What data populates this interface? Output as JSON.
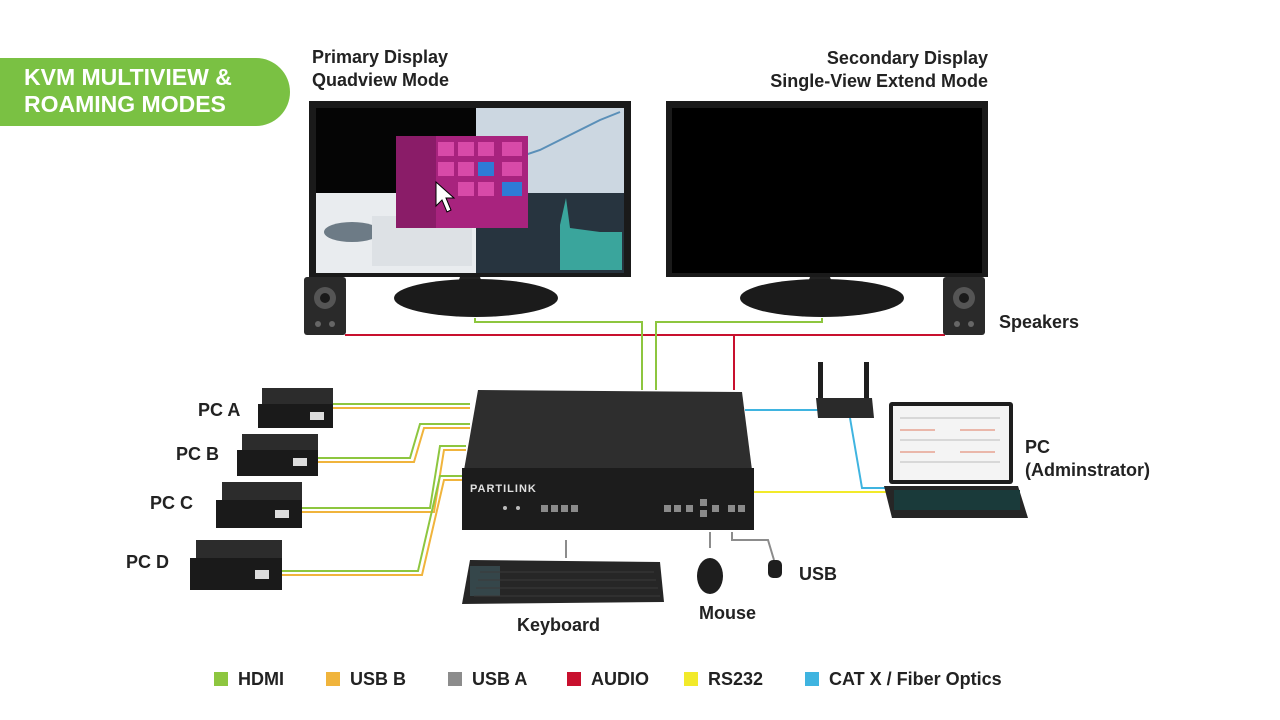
{
  "banner": {
    "line1": "KVM MULTIVIEW &",
    "line2": "ROAMING MODES"
  },
  "labels": {
    "primary_display": {
      "line1": "Primary Display",
      "line2": "Quadview Mode"
    },
    "secondary_display": {
      "line1": "Secondary Display",
      "line2": "Single-View Extend Mode"
    },
    "speakers": "Speakers",
    "pc_a": "PC A",
    "pc_b": "PC B",
    "pc_c": "PC C",
    "pc_d": "PC D",
    "pc_admin": {
      "line1": "PC",
      "line2": "(Adminstrator)"
    },
    "usb": "USB",
    "mouse": "Mouse",
    "keyboard": "Keyboard"
  },
  "kvm": {
    "brand": "PARTILINK"
  },
  "legend": [
    {
      "label": "HDMI",
      "color": "#8dc63f"
    },
    {
      "label": "USB B",
      "color": "#f0b43c"
    },
    {
      "label": "USB A",
      "color": "#8c8c8c"
    },
    {
      "label": "AUDIO",
      "color": "#c8102e"
    },
    {
      "label": "RS232",
      "color": "#f2ea2a"
    },
    {
      "label": "CAT X / Fiber Optics",
      "color": "#3fb4e0"
    }
  ]
}
